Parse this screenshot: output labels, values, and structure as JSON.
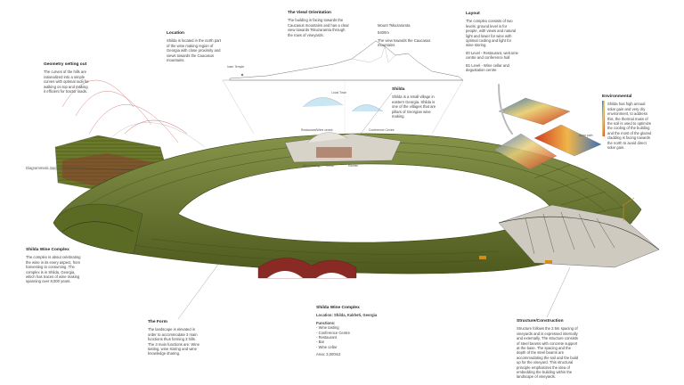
{
  "view": {
    "title": "The View/ Orientation",
    "body": "The building is facing towards the Caucasus mountains and has a clear view towards Tskuzaramta through the rows of vineyards.",
    "mountain_name": "Mount Tskuzaramta",
    "mountain_height": "5400m",
    "mountain_caption": "The view towards the Caucasus mountains",
    "panorama_labels": {
      "left": "Ivam Temple",
      "center": "Local Town"
    }
  },
  "location": {
    "title": "Location",
    "body": "Shilda is located in the north part of the wine making region of Georgia with close proximity and views towards the Caucasus mountains."
  },
  "layout": {
    "title": "Layout",
    "body": "The complex consists of two levels: ground level is for people, with views and natural light and lower for wine with optimal cooling and light for wine storing.",
    "level_00": "00 Level - Restaurant, welcome centre and conference hall",
    "level_b1": "B1 Level - Wine cellar and degustation centre"
  },
  "geometry": {
    "title": "Geometry setting out",
    "body": "The curves of the hills are rationalized into a simple curves with optimal radii for walking on top and making it efficient for tractor loads."
  },
  "shilda": {
    "title": "Shilda",
    "body": "Shilda is a small village in eastern Georgia. Shilda is one of the villages that are pillars of Georgian wine making."
  },
  "environmental": {
    "title": "Environmental",
    "body": "Shilda has high annual solar gain and very dry environment, to address this, the thermal mass of the soil is used to optimize the cooling of the building and the most of the glazed cladding is facing towards the north to avoid direct solar gain.",
    "sun_label": "Solar path"
  },
  "section": {
    "label": "Diagrammatic Section",
    "labels": [
      "Restaurant/Wine centre",
      "Conference Centre",
      "Wine tasting",
      "Cellar",
      "Kitchen"
    ]
  },
  "complex": {
    "title": "Shilda Wine Complex",
    "body": "The complex is about celebrating the wine in its every aspect, from harvesting to consuming. The complex is in Shilda, Georgia, which has traces of wine making spanning over 8,000 years."
  },
  "form": {
    "title": "The Form",
    "body": "The landscape is elevated in order to accommodate 3 main functions thus forming 3 hills. The 3 main functions are: Wine tasting, wine storing and wine knowledge sharing."
  },
  "main": {
    "title": "Shilda Wine Complex",
    "location_line": "Location: Shilda, Kakheti, Georgia",
    "functions_label": "Functions:",
    "functions": [
      "Wine tasting",
      "Conference Centre",
      "Restaurant",
      "Bar",
      "Wine cellar"
    ],
    "area": "Area: 3,000m2"
  },
  "structure": {
    "title": "Structure/Construction",
    "body": "Structure follows the 2.5m spacing of vineyards and is expressed internally and externally. The structure consists of steel beams with concrete support at the base. The spacing and the depth of the steel beams are accommodating the soil and the build up for the vineyard. This structural principle emphasizes the idea of embedding the building within the landscape of vineyards."
  },
  "colors": {
    "vine_green": "#6b7a2a",
    "hill_red": "#8a2a25",
    "line": "#444444"
  }
}
